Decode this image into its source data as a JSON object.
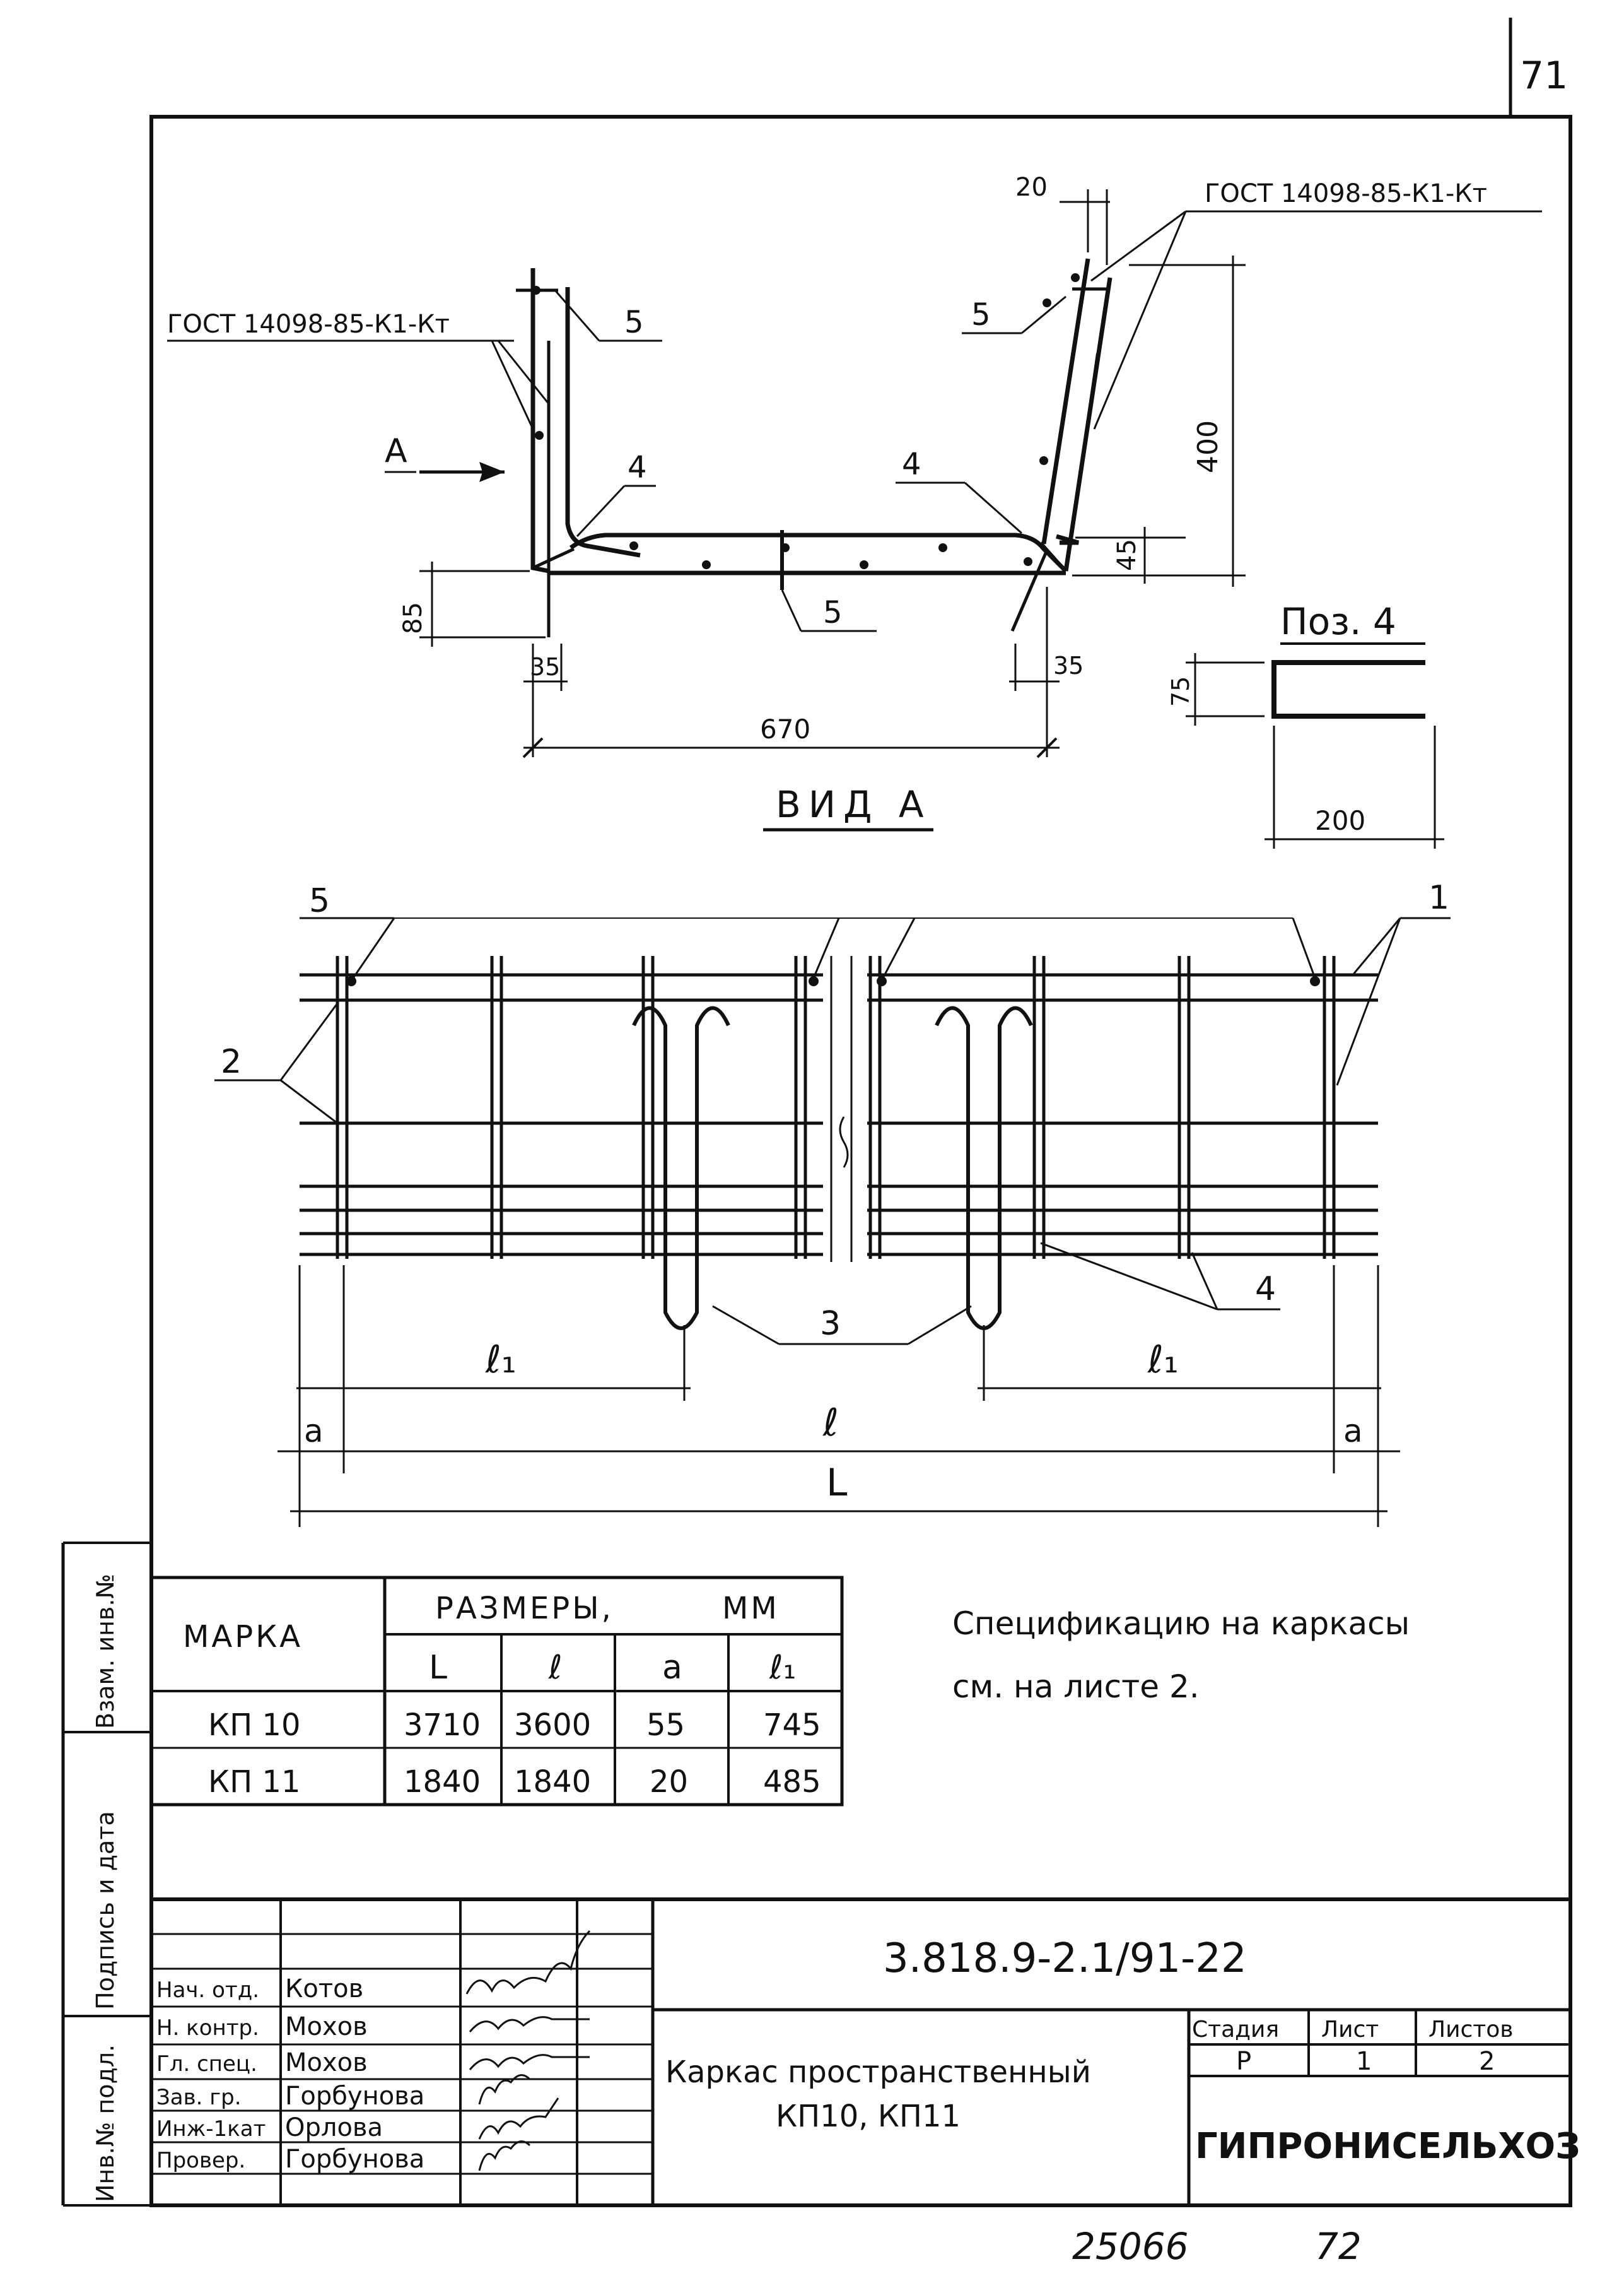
{
  "page_number": "71",
  "section_view": {
    "gost_left": "ГОСТ 14098-85-К1-Кт",
    "gost_right": "ГОСТ 14098-85-К1-Кт",
    "view_arrow_label": "А",
    "pos_labels": {
      "p5_top_left": "5",
      "p5_top_right": "5",
      "p5_bottom": "5",
      "p4_left": "4",
      "p4_right": "4"
    },
    "dims": {
      "top_gap": "20",
      "height": "400",
      "offset_right": "45",
      "offset_left": "85",
      "edge_left": "35",
      "edge_right": "35",
      "width": "670"
    }
  },
  "pos4_detail": {
    "title": "Поз. 4",
    "height": "75",
    "length": "200"
  },
  "view_a": {
    "title": "ВИД А",
    "labels": {
      "p1": "1",
      "p2": "2",
      "p3": "3",
      "p4": "4",
      "p5": "5"
    },
    "dims": {
      "l1_left": "ℓ₁",
      "l1_right": "ℓ₁",
      "a_left": "a",
      "a_right": "a",
      "l": "ℓ",
      "L": "L"
    }
  },
  "dims_table": {
    "col_mark": "МАРКА",
    "col_dims": "РАЗМЕРЫ,",
    "col_unit": "ММ",
    "sub_headers": [
      "L",
      "ℓ",
      "a",
      "ℓ₁"
    ],
    "rows": [
      {
        "mark": "КП 10",
        "L": "3710",
        "l": "3600",
        "a": "55",
        "l1": "745"
      },
      {
        "mark": "КП 11",
        "L": "1840",
        "l": "1840",
        "a": "20",
        "l1": "485"
      }
    ]
  },
  "note": {
    "line1": "Спецификацию на каркасы",
    "line2": "см. на листе 2."
  },
  "side_stamp": {
    "s1": "Взам. инв.№",
    "s2": "Подпись и дата",
    "s3": "Инв.№ подл."
  },
  "title_block": {
    "doc_code": "3.818.9-2.1/91-22",
    "title_line1": "Каркас пространственный",
    "title_line2": "КП10,  КП11",
    "hdr_stage": "Стадия",
    "hdr_sheet": "Лист",
    "hdr_sheets": "Листов",
    "stage": "Р",
    "sheet": "1",
    "sheets": "2",
    "org": "ГИПРОНИСЕЛЬХОЗ",
    "staff": [
      {
        "role": "Нач. отд.",
        "name": "Котов"
      },
      {
        "role": "Н. контр.",
        "name": "Мохов"
      },
      {
        "role": "Гл. спец.",
        "name": "Мохов"
      },
      {
        "role": "Зав. гр.",
        "name": "Горбунова"
      },
      {
        "role": "Инж-1кат",
        "name": "Орлова"
      },
      {
        "role": "Провер.",
        "name": "Горбунова"
      }
    ]
  },
  "footer": {
    "num_left": "25066",
    "num_right": "72"
  }
}
